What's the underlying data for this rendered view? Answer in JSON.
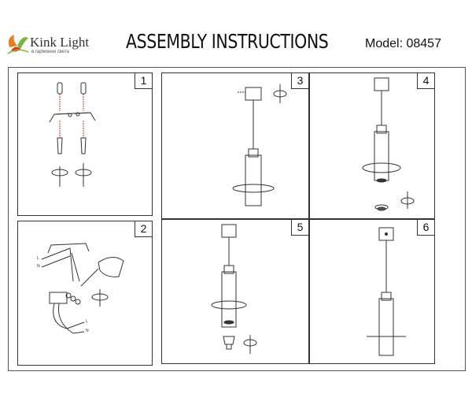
{
  "header": {
    "brand": "Kink Light",
    "brand_tagline": "в гармонии света",
    "title": "ASSEMBLY INSTRUCTIONS",
    "model": "Model: 08457"
  },
  "steps": [
    {
      "number": "1"
    },
    {
      "number": "2"
    },
    {
      "number": "3"
    },
    {
      "number": "4"
    },
    {
      "number": "5"
    },
    {
      "number": "6"
    }
  ],
  "wire_labels": {
    "step2_top": [
      "L",
      "N"
    ],
    "step2_bottom": [
      "L",
      "N"
    ]
  },
  "colors": {
    "line": "#333333",
    "wire_red": "#c0392b",
    "logo_orange": "#e67e22",
    "logo_green": "#7cb342",
    "logo_red": "#d84315"
  }
}
